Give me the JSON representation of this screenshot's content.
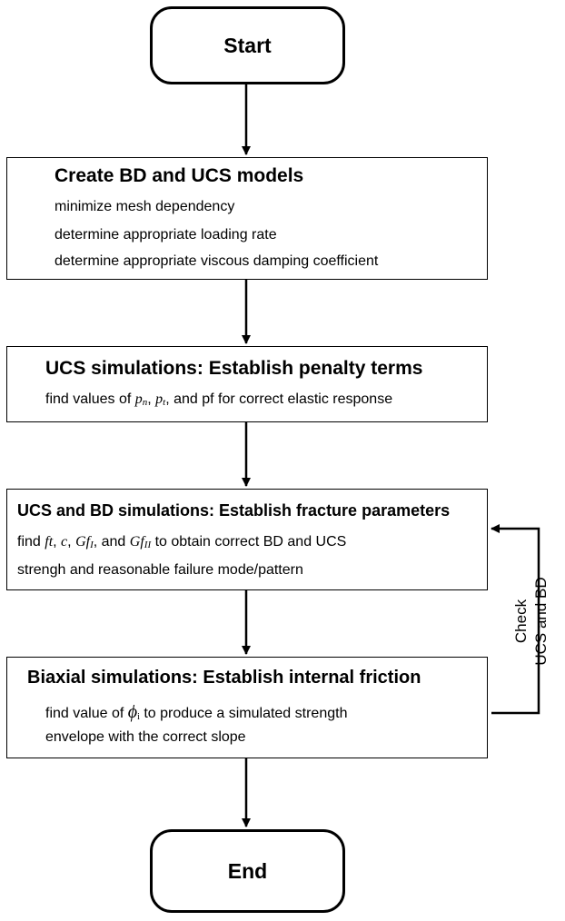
{
  "start": {
    "label": "Start"
  },
  "end": {
    "label": "End"
  },
  "steps": [
    {
      "title": "Create BD and UCS models",
      "lines": [
        "minimize mesh dependency",
        "determine appropriate loading rate",
        "determine appropriate viscous damping coefficient"
      ]
    },
    {
      "title": "UCS simulations: Establish penalty terms",
      "line_prefix": "find values of",
      "symbol_pn": "p",
      "symbol_pn_sub": "n",
      "sep1": ",",
      "symbol_pt": "p",
      "symbol_pt_sub": "t",
      "line_suffix": ", and pf for correct elastic response"
    },
    {
      "title": "UCS and BD simulations: Establish fracture parameters",
      "line1_prefix": "find",
      "symbol_ft": "ft",
      "sep1": ",",
      "symbol_c": "c",
      "sep2": ",",
      "symbol_gf1": "Gf",
      "symbol_gf1_sub": "I",
      "sep3": ", and",
      "symbol_gf2": "Gf",
      "symbol_gf2_sub": "II",
      "line1_suffix": "to obtain correct BD and UCS",
      "line2": "strengh and reasonable failure mode/pattern"
    },
    {
      "title": "Biaxial simulations: Establish internal friction",
      "line1_prefix": "find value of",
      "symbol_phi": "ϕ",
      "symbol_phi_sub": "i",
      "line1_suffix": "to produce a simulated strength",
      "line2": "envelope with the correct slope"
    }
  ],
  "feedback": {
    "label_line1": "Check",
    "label_line2": "UCS and BD"
  }
}
